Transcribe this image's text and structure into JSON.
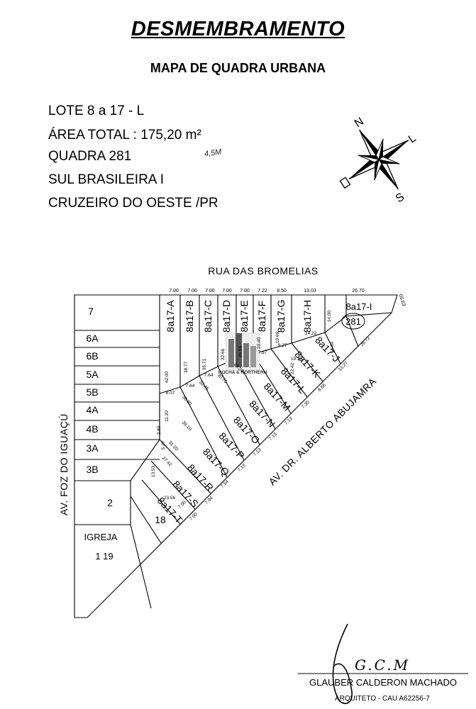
{
  "header": {
    "title": "DESMEMBRAMENTO",
    "subtitle": "MAPA DE QUADRA URBANA"
  },
  "info": {
    "lote": "LOTE  8  a 17 - L",
    "area": "ÁREA TOTAL :  175,20 m²",
    "quadra": "QUADRA 281",
    "handwritten_note": "4,5M",
    "bairro": "SUL BRASILEIRA I",
    "cidade": "CRUZEIRO DO OESTE /PR"
  },
  "compass": {
    "n": "N",
    "l": "L",
    "s": "S",
    "o": "O"
  },
  "streets": {
    "top": "RUA DAS BROMELIAS",
    "left": "AV. FOZ DO IGUAÇÚ",
    "diagonal": "AV. DR. ALBERTO ABUJAMRA"
  },
  "block_number": "281",
  "left_lots": [
    "7",
    "6A",
    "6B",
    "5A",
    "5B",
    "4A",
    "4B",
    "3A",
    "3B",
    "2",
    "18"
  ],
  "church": {
    "name": "IGREJA",
    "lots": "1   19"
  },
  "vertical_lots": [
    "8a17-A",
    "8a17-B",
    "8a17-C",
    "8a17-D",
    "8a17-E",
    "8a17-F",
    "8a17-G",
    "8a17-H"
  ],
  "corner_lot": "8a17-I",
  "diagonal_lots": [
    "8a17-J",
    "8a17-K",
    "8a17-L",
    "8a17-M",
    "8a17-N",
    "8a17-O",
    "8a17-P",
    "8a17-Q",
    "8a17-R",
    "8a17-S",
    "8a17-T"
  ],
  "top_dims": [
    "7.00",
    "7.00",
    "7.00",
    "7.00",
    "7.00",
    "7.22",
    "8.50",
    "13.03",
    "26.70"
  ],
  "corner_dim": "05.63",
  "inner_dims": [
    "42.00",
    "38.77",
    "35.71",
    "32.66",
    "26.55",
    "23.40",
    "19.69",
    "14.00",
    "14.22",
    "14.00",
    "26.72",
    "13.27",
    "19.10",
    "9.27",
    "22.42",
    "7.87",
    "8.66",
    "7.35",
    "7.13",
    "7.13",
    "7.13",
    "7.13",
    "7.54",
    "7.94",
    "7.00",
    "7.00",
    "8.07",
    "7.64",
    "7.64",
    "33.46",
    "36.30",
    "39.10",
    "30.73",
    "29.59",
    "31.20",
    "27.42",
    "23.56",
    "13.53",
    "5.27",
    "11.20",
    "2.80"
  ],
  "stamp": "ROCHA & NORTHERN",
  "signature": {
    "initials": "G.C.M",
    "name": "GLAUBER CALDERON MACHADO",
    "title": "ARQUITETO - CAU  A62256-7"
  }
}
